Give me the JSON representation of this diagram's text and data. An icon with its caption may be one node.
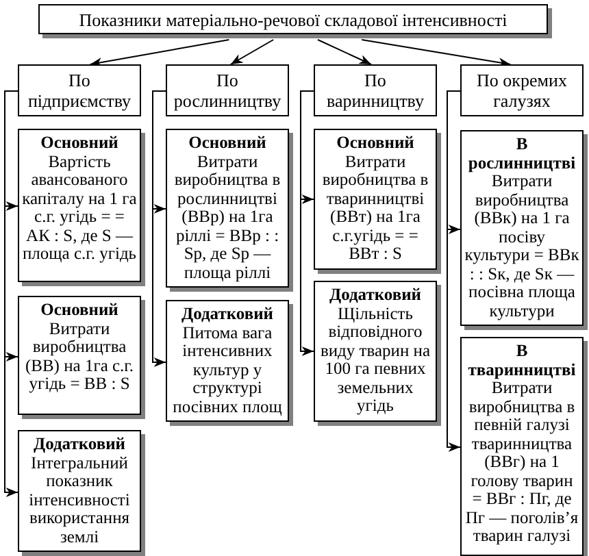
{
  "diagram": {
    "nodes": [
      {
        "text": [
          "Показники матеріально-речової складової інтенсивності"
        ]
      },
      {
        "text": [
          "По підприємству"
        ]
      },
      {
        "text": [
          "По рослинництву"
        ]
      },
      {
        "text": [
          "По варинництву"
        ]
      },
      {
        "text": [
          "По окремих галузях"
        ]
      },
      {
        "text": [
          "Основний",
          "Вартість авансованого капіталу на 1 га с.г. угідь = = АК : S, де S — площа с.г. угідь"
        ]
      },
      {
        "text": [
          "Основний",
          "Витрати виробництва (ВВ) на 1га с.г. угідь = ВВ : S"
        ]
      },
      {
        "text": [
          "Додатковий",
          "Інтегральний показник інтенсивності використання землі"
        ]
      },
      {
        "text": [
          "Основний",
          "Витрати виробництва в рослинництві (ВВр) на 1га ріллі = ВВр : : Sр, де Sр — площа ріллі"
        ]
      },
      {
        "text": [
          "Додатковий",
          "Питома вага інтенсивних культур у структурі посівних площ"
        ]
      },
      {
        "text": [
          "Основний",
          "Витрати виробництва в тваринництві (ВВт) на 1га с.г.угідь = = ВВт : S"
        ]
      },
      {
        "text": [
          "Додатковий",
          "Щільність відповідного виду тварин на 100 га певних земельних угідь"
        ]
      },
      {
        "text": [
          "В рослинництві",
          "Витрати виробництва (ВВк) на 1 га посіву культури = ВВк : : Sк, де Sк — посівна площа культури"
        ]
      },
      {
        "text": [
          "В тваринництві",
          "Витрати виробництва в певній галузі тваринництва (ВВг) на 1 голову тварин = ВВг : Пг, де Пг — поголів’я тварин галузі"
        ]
      }
    ],
    "edges": [
      {
        "from": 0,
        "to": 1,
        "arrow": "to"
      },
      {
        "from": 0,
        "to": 2,
        "arrow": "to"
      },
      {
        "from": 0,
        "to": 3,
        "arrow": "to"
      },
      {
        "from": 0,
        "to": 4,
        "arrow": "to"
      },
      {
        "from": 1,
        "to": 5,
        "arrow": "to"
      },
      {
        "from": 1,
        "to": 6,
        "arrow": "to"
      },
      {
        "from": 1,
        "to": 7,
        "arrow": "to"
      },
      {
        "from": 2,
        "to": 8,
        "arrow": "to"
      },
      {
        "from": 2,
        "to": 9,
        "arrow": "to"
      },
      {
        "from": 3,
        "to": 10,
        "arrow": "to"
      },
      {
        "from": 3,
        "to": 11,
        "arrow": "to"
      },
      {
        "from": 4,
        "to": 12,
        "arrow": "to"
      },
      {
        "from": 4,
        "to": 13,
        "arrow": "to"
      }
    ]
  }
}
